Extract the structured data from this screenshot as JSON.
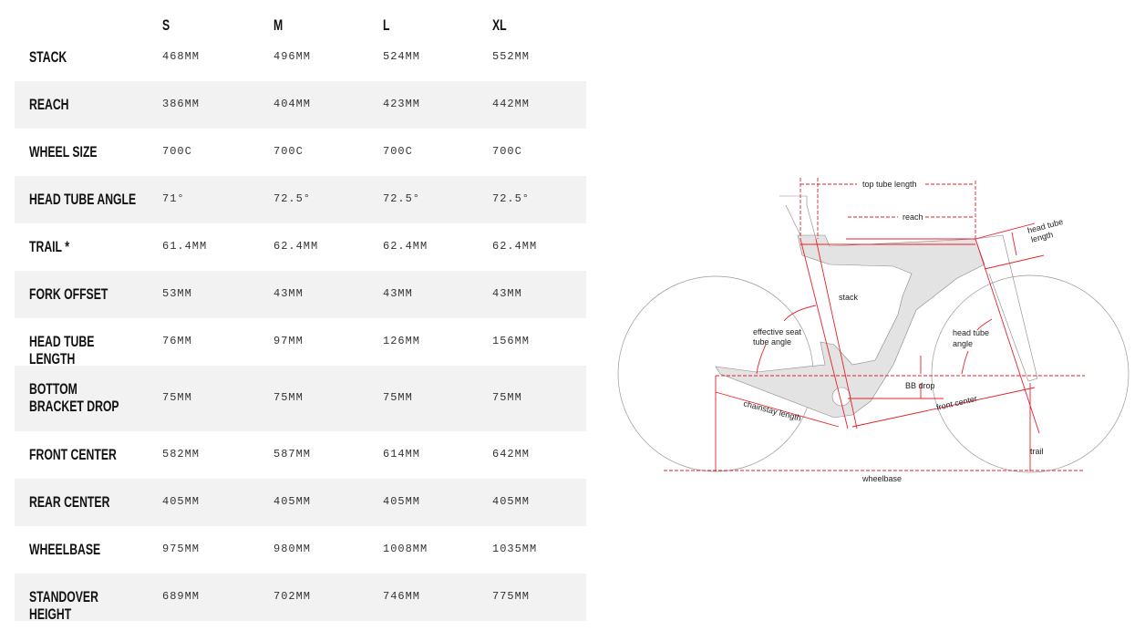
{
  "sizes": [
    "S",
    "M",
    "L",
    "XL"
  ],
  "rows": [
    {
      "label": "STACK",
      "values": [
        "468MM",
        "496MM",
        "524MM",
        "552MM"
      ]
    },
    {
      "label": "REACH",
      "values": [
        "386MM",
        "404MM",
        "423MM",
        "442MM"
      ]
    },
    {
      "label": "WHEEL SIZE",
      "values": [
        "700C",
        "700C",
        "700C",
        "700C"
      ]
    },
    {
      "label": "HEAD TUBE ANGLE",
      "values": [
        "71°",
        "72.5°",
        "72.5°",
        "72.5°"
      ]
    },
    {
      "label": "TRAIL *",
      "values": [
        "61.4MM",
        "62.4MM",
        "62.4MM",
        "62.4MM"
      ]
    },
    {
      "label": "FORK OFFSET",
      "values": [
        "53MM",
        "43MM",
        "43MM",
        "43MM"
      ]
    },
    {
      "label": "HEAD TUBE LENGTH",
      "values": [
        "76MM",
        "97MM",
        "126MM",
        "156MM"
      ]
    },
    {
      "label": "BOTTOM BRACKET DROP",
      "values": [
        "75MM",
        "75MM",
        "75MM",
        "75MM"
      ]
    },
    {
      "label": "FRONT CENTER",
      "values": [
        "582MM",
        "587MM",
        "614MM",
        "642MM"
      ]
    },
    {
      "label": "REAR CENTER",
      "values": [
        "405MM",
        "405MM",
        "405MM",
        "405MM"
      ]
    },
    {
      "label": "WHEELBASE",
      "values": [
        "975MM",
        "980MM",
        "1008MM",
        "1035MM"
      ]
    },
    {
      "label": "STANDOVER HEIGHT",
      "values": [
        "689MM",
        "702MM",
        "746MM",
        "775MM"
      ]
    }
  ],
  "diagram": {
    "top_tube_length": "top tube length",
    "reach": "reach",
    "head_tube_length_1": "head tube",
    "head_tube_length_2": "length",
    "stack": "stack",
    "seat_angle_1": "effective seat",
    "seat_angle_2": "tube angle",
    "head_angle_1": "head tube",
    "head_angle_2": "angle",
    "bb_drop": "BB drop",
    "chainstay": "chainstay length",
    "front_center": "front center",
    "trail": "trail",
    "wheelbase": "wheelbase",
    "accent": "#e8202a",
    "frame_fill": "#e3e3e3"
  }
}
